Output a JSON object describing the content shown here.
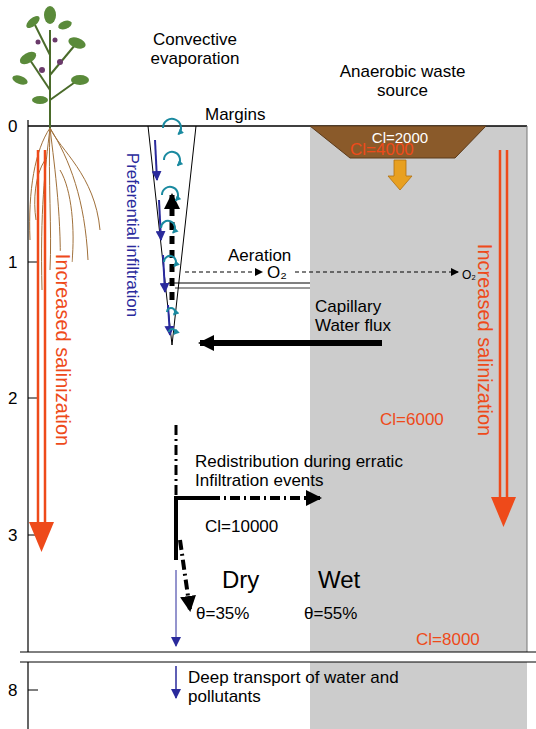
{
  "diagram": {
    "nodes": [
      {
        "text": [
          "Anaerobic waste source",
          "Cl=2000"
        ]
      }
    ],
    "labels": [
      "0",
      "1",
      "2",
      "3",
      "8",
      "Convective evaporation",
      "Margins",
      "Preferential infiltration",
      "Increased salinization",
      "Increased salinization",
      "Cl=4000",
      "Aeration",
      "O₂",
      "O₂",
      "Capillary Water flux",
      "Cl=6000",
      "Redistribution during erratic Infiltration events",
      "Cl=10000",
      "Dry",
      "Wet",
      "θ=35%",
      "θ=55%",
      "Cl=8000",
      "Deep transport of water and pollutants"
    ]
  }
}
